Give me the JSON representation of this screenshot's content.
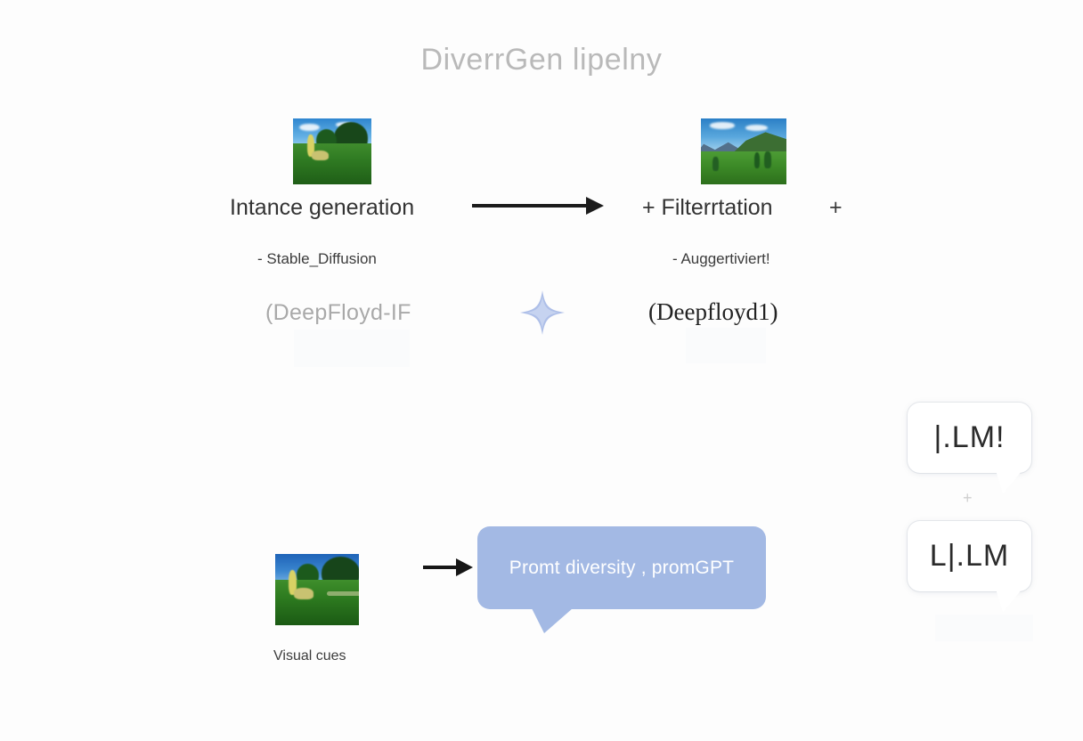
{
  "page": {
    "title": "DiverrGen lipelny",
    "background_color": "#fdfdfd"
  },
  "pipeline": {
    "step1": {
      "label": "Intance generation",
      "sub_label": "- Stable_Diffusion",
      "model_label": "(DeepFloyd-IF",
      "thumbnail_alt": "grass-field-thumbnail"
    },
    "arrow_label": "arrow-right",
    "step2": {
      "label": "+ Filterrtation",
      "sub_label": "- Auggertiviert!",
      "model_label": "(Deepfloyd1)",
      "trailing_plus": "+",
      "thumbnail_alt": "mountain-valley-thumbnail"
    },
    "sparkle_label": "sparkle-icon"
  },
  "prompt_row": {
    "thumbnail_alt": "grass-field-thumbnail",
    "caption": "Visual cues",
    "arrow_label": "arrow-right",
    "bubble_text": "Promt diversity , promGPT",
    "bubble_color": "#a3b9e4"
  },
  "llm_stack": {
    "card1_text": "|.LM!",
    "card2_text": "L|.LM",
    "connector": "+"
  },
  "colors": {
    "title": "#b9b9b9",
    "body_text": "#333333",
    "muted_text": "#a9a9a9",
    "bubble": "#a3b9e4",
    "sparkle": "#aebfe8"
  }
}
